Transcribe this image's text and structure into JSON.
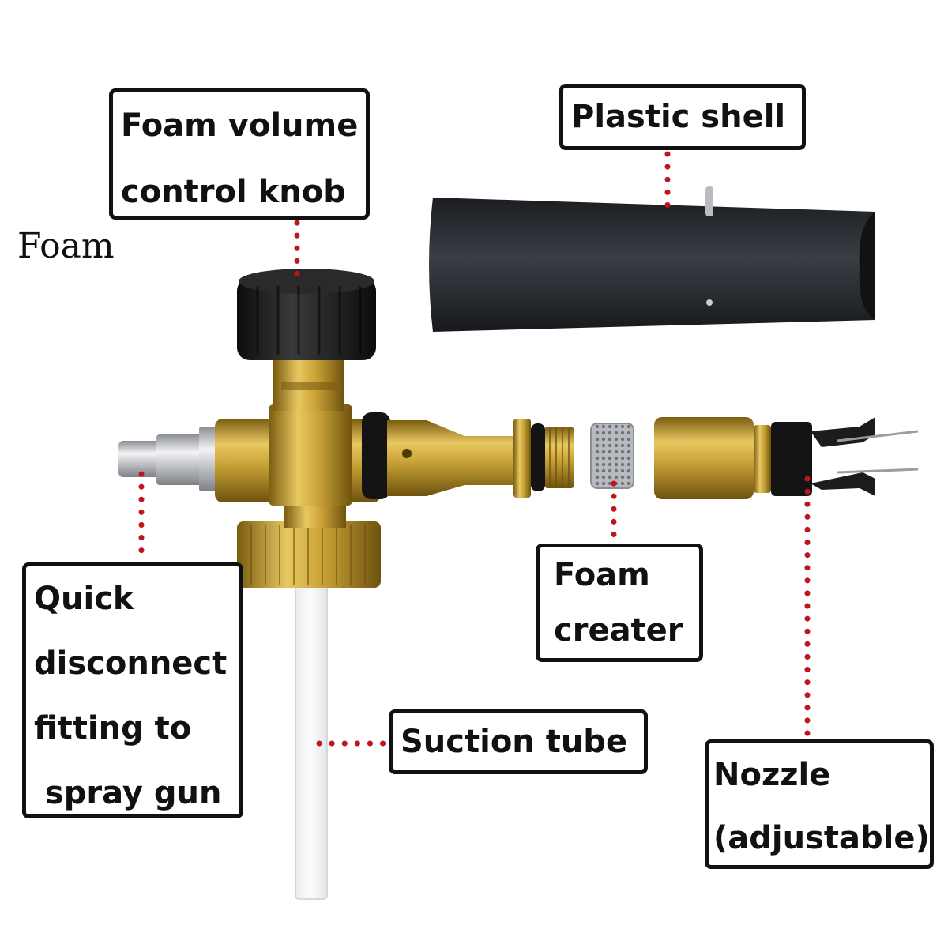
{
  "caption": "Foam",
  "labels": {
    "knob": [
      "Foam volume",
      "control knob"
    ],
    "shell": "Plastic shell",
    "quick": [
      "Quick",
      "disconnect",
      "fitting to",
      " spray gun"
    ],
    "suction": "Suction tube",
    "creater": [
      "Foam",
      "creater"
    ],
    "nozzle": [
      "Nozzle",
      "(adjustable)"
    ]
  },
  "colors": {
    "brass": "#c9a236",
    "brass_dark": "#8a6a12",
    "black_part": "#1c1c1c",
    "shell": "#2a2d33",
    "leader": "#c0151d",
    "steel": "#c9ccd0"
  }
}
